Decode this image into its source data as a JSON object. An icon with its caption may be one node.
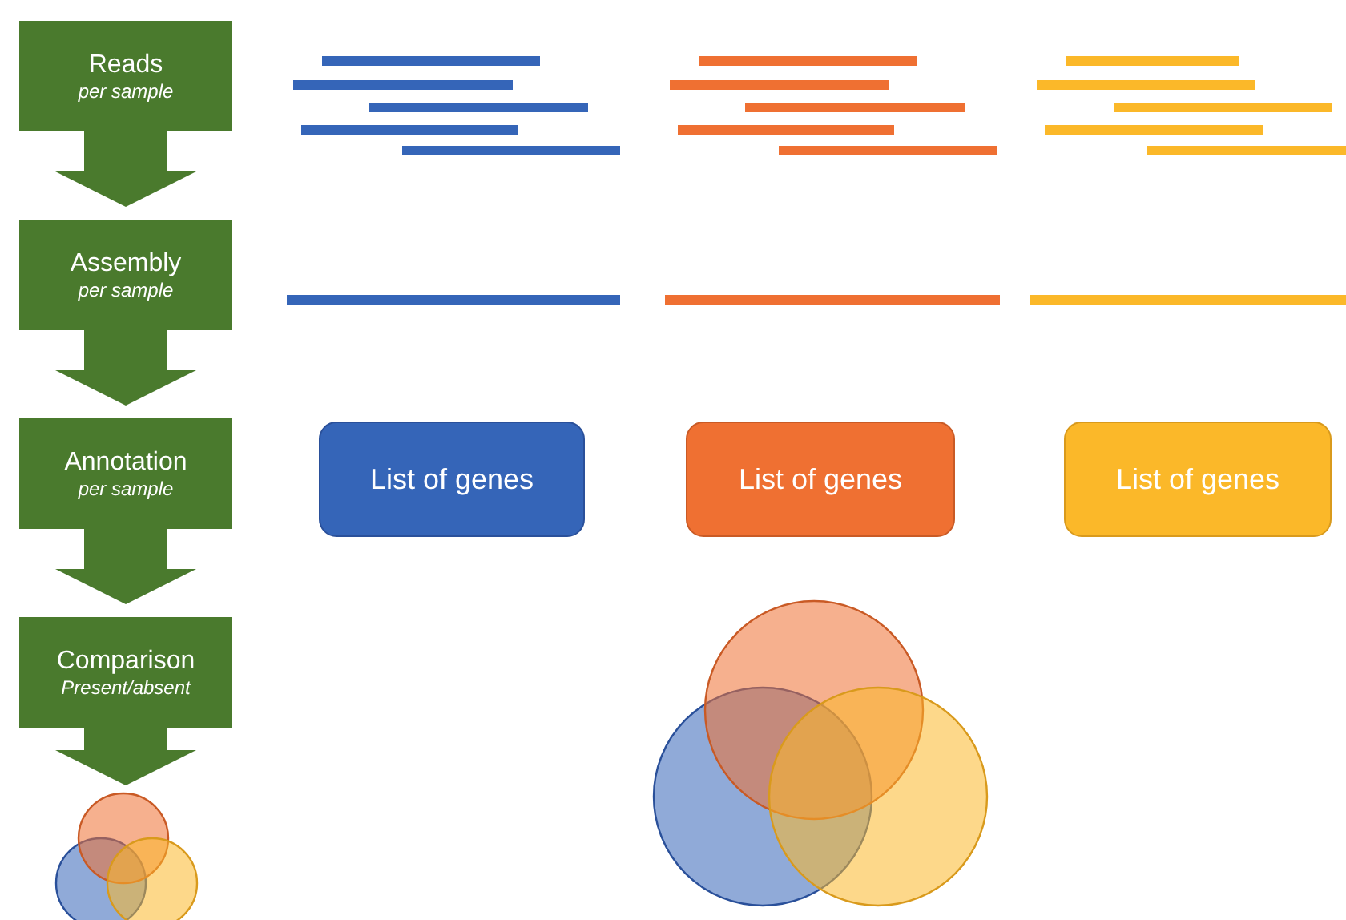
{
  "diagram": {
    "nodes": [
      {
        "text": [
          "Reads",
          "per sample"
        ]
      },
      {
        "text": [
          "Assembly",
          "per sample"
        ]
      },
      {
        "text": [
          "Annotation",
          "per sample"
        ]
      },
      {
        "text": [
          "List of genes"
        ]
      },
      {
        "text": [
          "List of genes"
        ]
      },
      {
        "text": [
          "List of genes"
        ]
      },
      {
        "text": [
          "Comparison",
          "Present/absent"
        ]
      },
      {
        "text": [],
        "shape": "venn"
      }
    ],
    "edges": [
      {
        "from": 0,
        "to": 1,
        "arrow": "to"
      },
      {
        "from": 1,
        "to": 2,
        "arrow": "to"
      },
      {
        "from": 2,
        "to": 6,
        "arrow": "to"
      },
      {
        "from": 6,
        "to": 7,
        "arrow": "to"
      }
    ]
  }
}
